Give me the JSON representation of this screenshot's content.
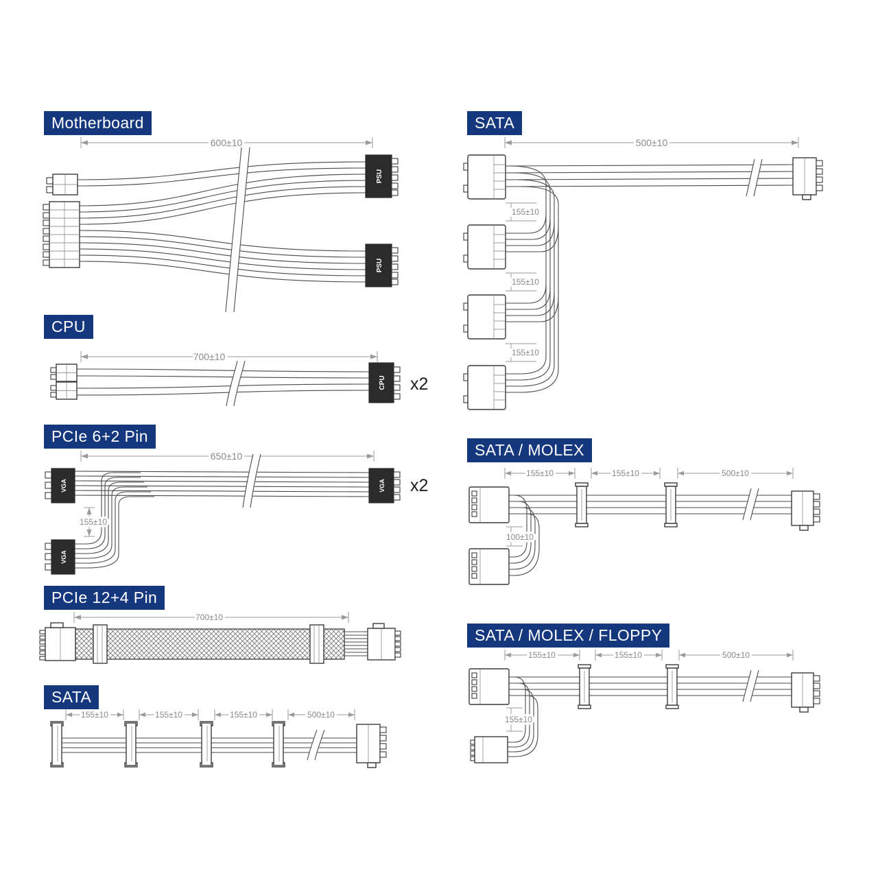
{
  "canvas": {
    "background": "#ffffff",
    "accent_color": "#15377e",
    "line_color": "#4a4a4a",
    "dim_color": "#8a8a8a"
  },
  "sections": {
    "motherboard": {
      "title": "Motherboard",
      "dim": "600±10",
      "psu_label_top": "PSU",
      "psu_label_bottom": "PSU"
    },
    "cpu": {
      "title": "CPU",
      "dim": "700±10",
      "connector_label": "CPU",
      "multiplier": "x2"
    },
    "pcie_6_2": {
      "title": "PCIe 6+2 Pin",
      "dim": "650±10",
      "branch_dim": "155±10",
      "vga_left_top": "VGA",
      "vga_left_bottom": "VGA",
      "vga_right": "VGA",
      "multiplier": "x2"
    },
    "pcie_12_4": {
      "title": "PCIe 12+4 Pin",
      "dim": "700±10"
    },
    "sata_left": {
      "title": "SATA",
      "dims": [
        "155±10",
        "155±10",
        "155±10",
        "500±10"
      ]
    },
    "sata_right": {
      "title": "SATA",
      "dim": "500±10",
      "vertical_dims": [
        "155±10",
        "155±10",
        "155±10"
      ]
    },
    "sata_molex": {
      "title": "SATA / MOLEX",
      "dims": [
        "155±10",
        "155±10",
        "500±10"
      ],
      "branch_dim": "100±10"
    },
    "sata_molex_floppy": {
      "title": "SATA / MOLEX / FLOPPY",
      "dims": [
        "155±10",
        "155±10",
        "500±10"
      ],
      "branch_dim": "155±10"
    }
  }
}
